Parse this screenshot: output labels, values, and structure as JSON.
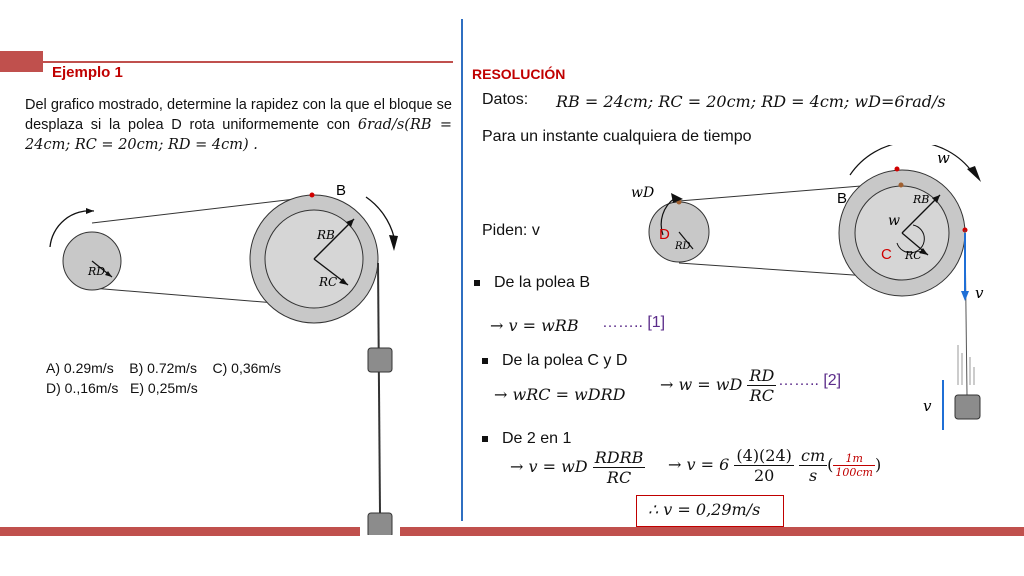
{
  "left": {
    "title": "Ejemplo 1",
    "problem": "Del grafico mostrado, determine la rapidez con la que el bloque se desplaza si la polea D rota uniformemente con 6rad/s(R_B = 24cm; R_C = 20cm; R_D = 4cm) .",
    "problem_text": "Del grafico mostrado, determine la rapidez con la que el bloque se desplaza si la polea D rota uniformemente con",
    "problem_math": "6rad/s(RB = 24cm; RC = 20cm; RD = 4cm) .",
    "options_line1": "A) 0.29m/s    B) 0.72m/s    C) 0,36m/s",
    "options_line2": "D) 0.,16m/s   E) 0,25m/s",
    "figure": {
      "label_B": "B",
      "label_RB": "RB",
      "label_RC": "RC",
      "label_RD": "RD"
    }
  },
  "right": {
    "title": "RESOLUCIÓN",
    "datos_label": "Datos:",
    "datos_values": "RB = 24cm;  RC = 20cm;  RD = 4cm; wD=6rad/s",
    "instant": "Para un instante cualquiera de tiempo",
    "piden": "Piden: v",
    "step1_label": "De la polea B",
    "step1_eq": "→ v = wRB",
    "step1_ref": "…….. [1]",
    "step2_label": "De la polea C y D",
    "step2_eq": "→ wRC = wDRD",
    "step2_eq2_lhs": "→ w = wD",
    "step2_frac_num": "RD",
    "step2_frac_den": "RC",
    "step2_ref": "…….. [2]",
    "step3_label": "De 2 en 1",
    "step3_eq_lhs": "→ v = wD",
    "step3_frac_num": "RDRB",
    "step3_frac_den": "RC",
    "step3_calc_lhs": "→ v = 6",
    "step3_calc_num": "(4)(24)",
    "step3_calc_den": "20",
    "step3_unit_num": "cm",
    "step3_unit_den": "s",
    "step3_conv_num": "1m",
    "step3_conv_den": "100cm",
    "result": "∴ v = 0,29m/s",
    "figure": {
      "label_w_top": "w",
      "label_wD": "wD",
      "label_B": "B",
      "label_RB": "RB",
      "label_w_inner": "w",
      "label_D": "D",
      "label_RD": "RD",
      "label_C": "C",
      "label_RC": "RC",
      "label_v1": "v",
      "label_v2": "v"
    }
  },
  "colors": {
    "accent_red": "#c0504d",
    "divider_blue": "#2f6fc1",
    "pulley_gray": "#c8c8c8",
    "text_red": "#c00000",
    "text_purple": "#5b2c8a"
  }
}
